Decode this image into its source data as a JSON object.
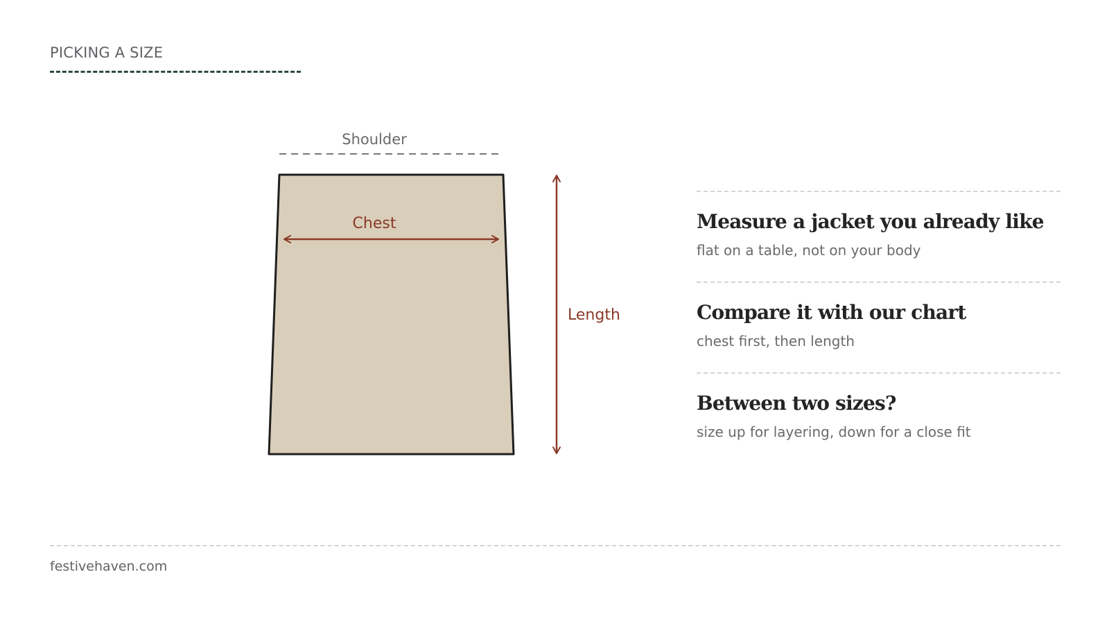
{
  "header": {
    "title": "PICKING A SIZE"
  },
  "diagram": {
    "shoulder_label": "Shoulder",
    "chest_label": "Chest",
    "length_label": "Length",
    "colors": {
      "garment_fill": "#d9ceb9",
      "garment_stroke": "#1f1f1f",
      "measure_accent": "#8a3a28",
      "shoulder_guide": "#777777"
    }
  },
  "tips": [
    {
      "title": "Measure a jacket you already like",
      "subtitle": "flat on a table, not on your body"
    },
    {
      "title": "Compare it with our chart",
      "subtitle": "chest first, then length"
    },
    {
      "title": "Between two sizes?",
      "subtitle": "size up for layering, down for a close fit"
    }
  ],
  "footer": {
    "site": "festivehaven.com"
  }
}
